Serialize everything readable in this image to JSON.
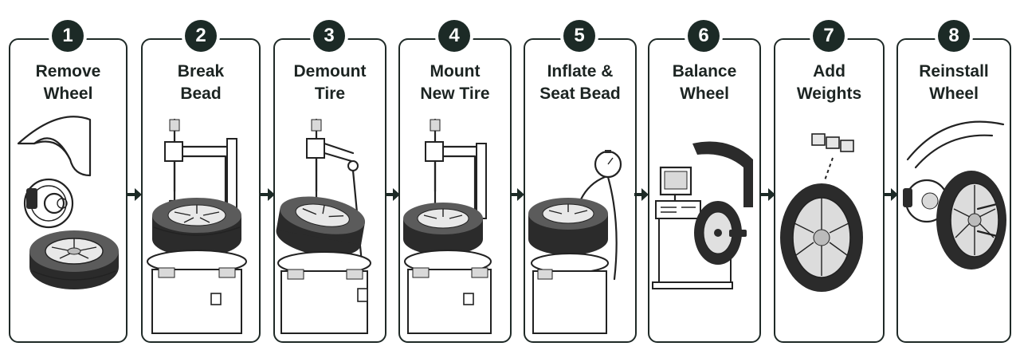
{
  "steps": [
    {
      "number": "1",
      "line1": "Remove",
      "line2": "Wheel"
    },
    {
      "number": "2",
      "line1": "Break",
      "line2": "Bead"
    },
    {
      "number": "3",
      "line1": "Demount",
      "line2": "Tire"
    },
    {
      "number": "4",
      "line1": "Mount",
      "line2": "New Tire"
    },
    {
      "number": "5",
      "line1": "Inflate &",
      "line2": "Seat Bead"
    },
    {
      "number": "6",
      "line1": "Balance",
      "line2": "Wheel"
    },
    {
      "number": "7",
      "line1": "Add",
      "line2": "Weights"
    },
    {
      "number": "8",
      "line1": "Reinstall",
      "line2": "Wheel"
    }
  ],
  "colors": {
    "badge": "#1c2a26",
    "outline": "#1f2a27",
    "arrow": "#1c2a26",
    "tire": "#2b2b2b"
  },
  "icons": [
    "right-arrow-icon",
    "tire-icon",
    "tire-changer-icon",
    "pressure-gauge-icon",
    "wheel-balancer-icon",
    "wheel-weight-icon",
    "brake-rotor-icon"
  ]
}
